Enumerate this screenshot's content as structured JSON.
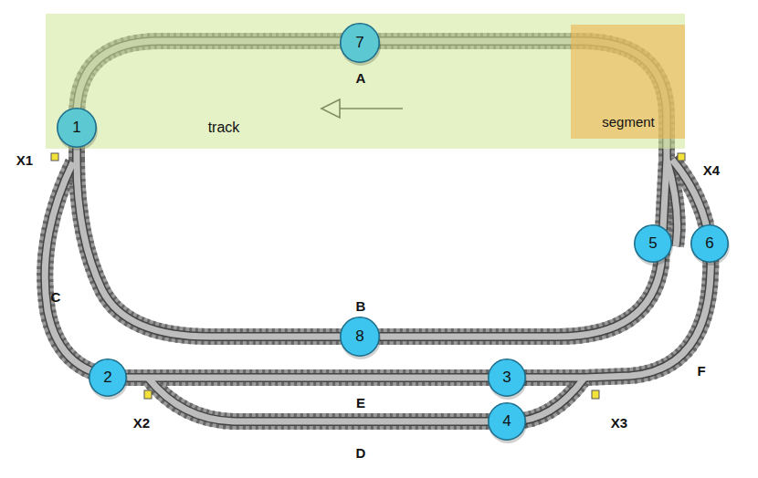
{
  "diagram": {
    "nodes": [
      {
        "text": [
          "track"
        ]
      },
      {
        "text": [
          "7"
        ],
        "in": 0
      },
      {
        "text": [
          "segment"
        ],
        "in": 0
      },
      {
        "text": [
          "1"
        ],
        "in": 0
      },
      {
        "text": [
          "5"
        ]
      },
      {
        "text": [
          "6"
        ]
      },
      {
        "text": [
          "8"
        ]
      },
      {
        "text": [
          "2"
        ]
      },
      {
        "text": [
          "3"
        ]
      },
      {
        "text": [
          "4"
        ]
      }
    ],
    "labels": [
      "A",
      "B",
      "C",
      "D",
      "E",
      "F",
      "X1",
      "X2",
      "X3",
      "X4"
    ]
  }
}
